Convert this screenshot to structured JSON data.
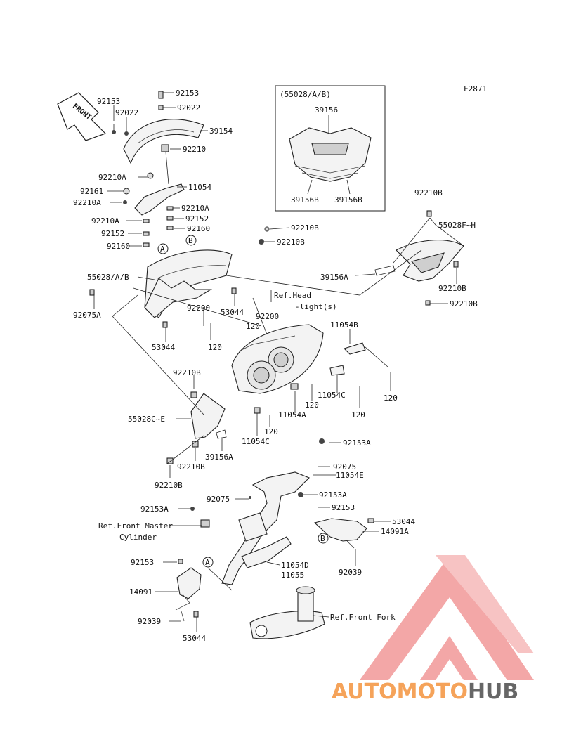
{
  "figure_code": "F2871",
  "front_arrow": "FRONT",
  "inset": {
    "title": "(55028/A/B)",
    "labels": [
      "39156",
      "39156B",
      "39156B"
    ]
  },
  "labels": {
    "l92153a": "92153",
    "l92022a": "92022",
    "l92153b": "92153",
    "l92022b": "92022",
    "l39154": "39154",
    "l92210_top": "92210",
    "l92210A_1": "92210A",
    "l11054": "11054",
    "l92161": "92161",
    "l92210A_2": "92210A",
    "l92210A_3": "92210A",
    "l92210A_4": "92210A",
    "l92152_r": "92152",
    "l92152_l": "92152",
    "l92160_r": "92160",
    "l92160_l": "92160",
    "l92210B_1": "92210B",
    "l92210B_2": "92210B",
    "l55028AB": "55028/A/B",
    "l92075A": "92075A",
    "l92200_a": "92200",
    "l53044_a": "53044",
    "l92200_b": "92200",
    "l120_a": "120",
    "l53044_b": "53044",
    "l120_b": "120",
    "l_refhead1": "Ref.Head",
    "l_refhead2": "-light(s)",
    "l92210B_r1": "92210B",
    "l55028FH": "55028F~H",
    "l39156A_r": "39156A",
    "l92210B_r2": "92210B",
    "l92210B_r3": "92210B",
    "l11054B": "11054B",
    "l120_r": "120",
    "l11054C_r": "11054C",
    "l120_c": "120",
    "l120_d": "120",
    "l11054A": "11054A",
    "l120_e": "120",
    "l11054C_l": "11054C",
    "l92210B_m": "92210B",
    "l55028CE": "55028C~E",
    "l39156A_l": "39156A",
    "l92210B_m2": "92210B",
    "l92210B_m3": "92210B",
    "l92153A_1": "92153A",
    "l92075": "92075",
    "l11054E": "11054E",
    "l92075_l": "92075",
    "l92153A_2": "92153A",
    "l92153A_3": "92153A",
    "l92153_br": "92153",
    "l53044_br": "53044",
    "l14091A": "14091A",
    "l_refmaster1": "Ref.Front Master",
    "l_refmaster2": "Cylinder",
    "l92039_r": "92039",
    "l92153_bl": "92153",
    "l11054D": "11054D",
    "l11055": "11055",
    "l14091": "14091",
    "l_reffork": "Ref.Front Fork",
    "l92039_l": "92039",
    "l53044_bl": "53044",
    "circle_A": "A",
    "circle_B": "B"
  },
  "watermark": {
    "part1": "AUTO",
    "part2": "MOTO",
    "part3": "HUB",
    "color_light": "#f5a35a",
    "color_dark": "#666666",
    "logo_color": "#f08a8a"
  }
}
